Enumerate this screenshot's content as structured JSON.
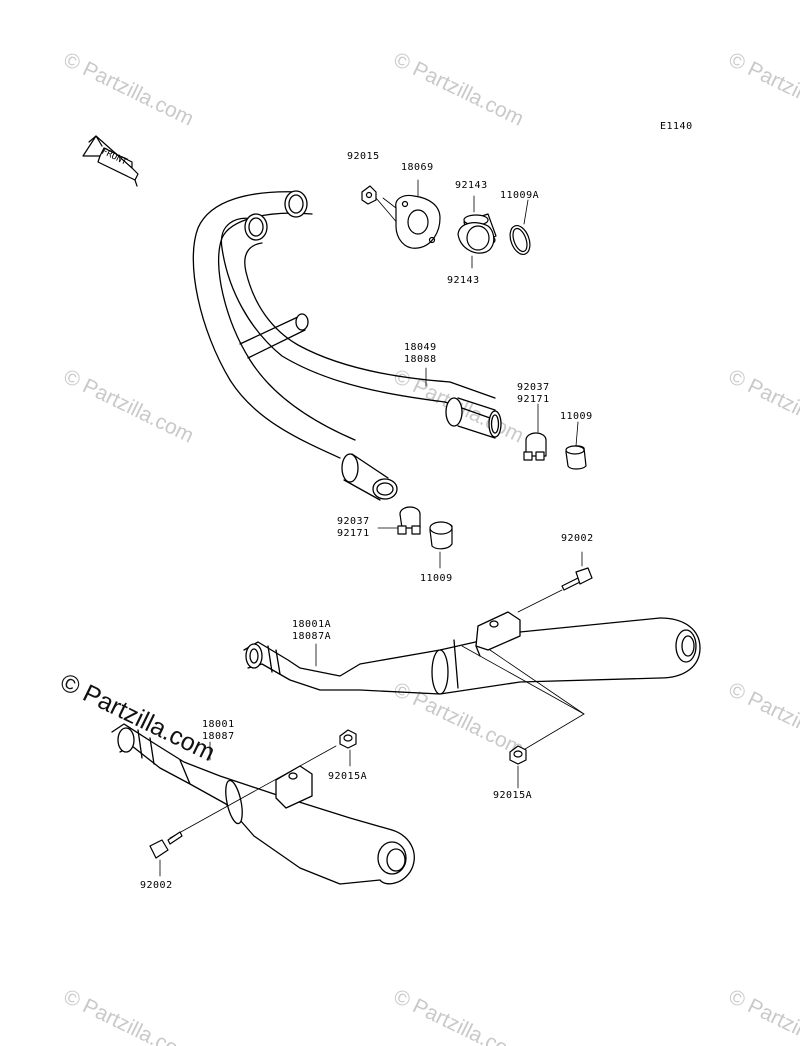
{
  "diagram_code": "E1140",
  "front_label": "FRONT",
  "watermark": "© Partzilla.com",
  "parts": {
    "p92015_top": "92015",
    "p18069": "18069",
    "p92143_top": "92143",
    "p92143_bottom": "92143",
    "p11009A": "11009A",
    "p18049": "18049",
    "p18088": "18088",
    "p92037_right": "92037",
    "p92171_right": "92171",
    "p11009_right": "11009",
    "p92037_left": "92037",
    "p92171_left": "92171",
    "p11009_left": "11009",
    "p92002_right": "92002",
    "p18001A": "18001A",
    "p18087A": "18087A",
    "p92015A_right": "92015A",
    "p18001": "18001",
    "p18087": "18087",
    "p92015A_left": "92015A",
    "p92002_left": "92002"
  }
}
